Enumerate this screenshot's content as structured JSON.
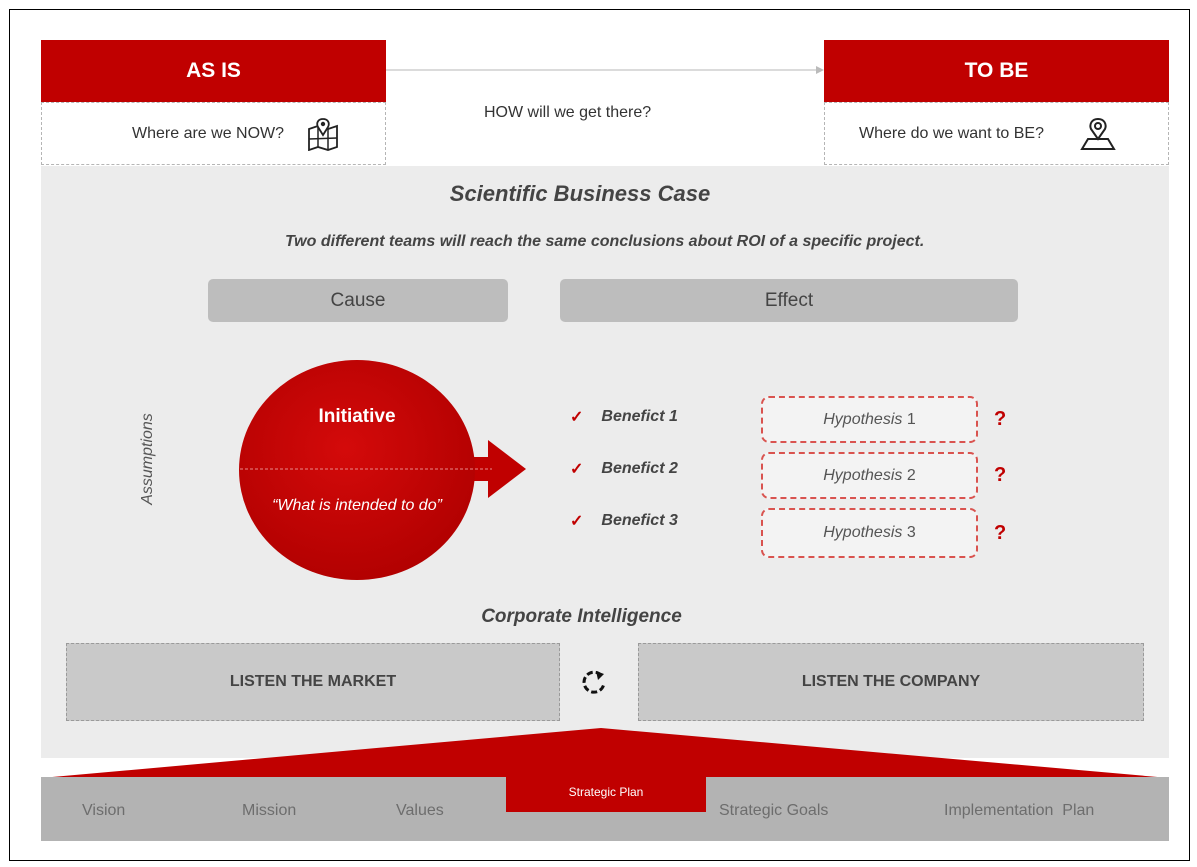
{
  "as_is": {
    "title": "AS IS",
    "question": "Where are we NOW?",
    "icon": "map-pin-map-icon"
  },
  "how": {
    "question": "HOW will we get there?"
  },
  "to_be": {
    "title": "TO BE",
    "question": "Where do we want to BE?",
    "icon": "location-pin-icon"
  },
  "case": {
    "title": "Scientific Business Case",
    "subtitle": "Two different teams will reach the same conclusions about ROI of a specific project."
  },
  "cause_label": "Cause",
  "effect_label": "Effect",
  "assumptions_label": "Assumptions",
  "initiative": {
    "title": "Initiative",
    "description": "“What is intended to do”"
  },
  "benefits": [
    {
      "check": "✓",
      "label": "Benefict 1"
    },
    {
      "check": "✓",
      "label": "Benefict 2"
    },
    {
      "check": "✓",
      "label": "Benefict 3"
    }
  ],
  "hypotheses": [
    {
      "word": "Hypothesis",
      "num": "1",
      "mark": "?"
    },
    {
      "word": "Hypothesis",
      "num": "2",
      "mark": "?"
    },
    {
      "word": "Hypothesis",
      "num": "3",
      "mark": "?"
    }
  ],
  "corporate": {
    "title": "Corporate Intelligence",
    "left": "LISTEN THE MARKET",
    "right": "LISTEN THE COMPANY",
    "icon": "cycle-icon"
  },
  "footer": {
    "center": "Strategic Plan",
    "items": [
      "Vision",
      "Mission",
      "Values",
      "Strategic Goals",
      "Implementation  Plan"
    ]
  },
  "colors": {
    "accent": "#c00000",
    "panel": "#ececec",
    "pill": "#bdbdbd"
  }
}
